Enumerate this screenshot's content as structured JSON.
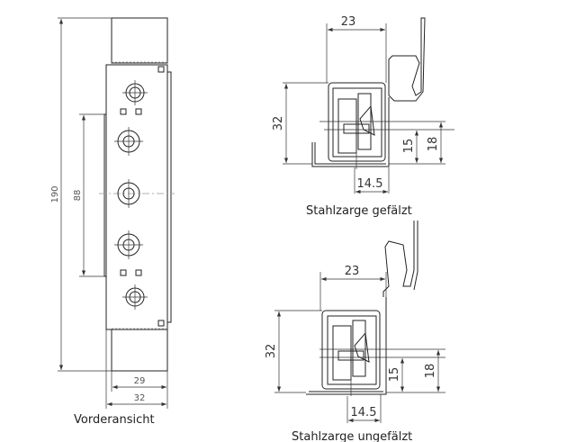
{
  "front_view": {
    "label": "Vorderansicht",
    "dimensions": {
      "height": "190",
      "hole_span": "88",
      "inner_width": "29",
      "outer_width": "32"
    }
  },
  "section_folded": {
    "label": "Stahlzarge gefälzt",
    "dimensions": {
      "width": "23",
      "height": "32",
      "center_15": "15",
      "center_18": "18",
      "offset": "14.5"
    }
  },
  "section_unfolded": {
    "label": "Stahlzarge ungefälzt",
    "dimensions": {
      "width": "23",
      "height": "32",
      "center_15": "15",
      "center_18": "18",
      "offset": "14.5"
    }
  }
}
